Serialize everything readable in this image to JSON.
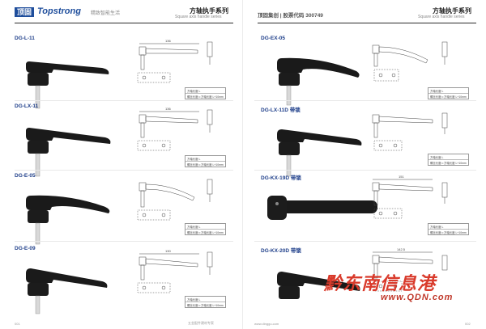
{
  "header_left": {
    "brand_cn": "顶固",
    "brand_en": "Topstrong",
    "slogan": "精致智能生活",
    "series_cn": "方轴执手系列",
    "series_en": "Square axis handle series"
  },
  "header_right": {
    "stock": "顶固集创 | 股票代码 300749",
    "series_cn": "方轴执手系列",
    "series_en": "Square axis handle series"
  },
  "models": {
    "l1": "DG-L-11",
    "l2": "DG-LX-11",
    "l3": "DG-E-05",
    "l4": "DG-E-09",
    "r1": "DG-EX-05",
    "r2": "DG-LX-11D 带锁",
    "r3": "DG-KX-19D 带锁",
    "r4": "DG-KX-20D 带锁"
  },
  "spec": {
    "line1": "方轴长度 L",
    "line2": "螺丝长度＝方轴长度 L+10mm"
  },
  "dims": {
    "w136": "136",
    "w151": "151",
    "w130": "130",
    "w1425": "142.5"
  },
  "footer": {
    "left_page": "001",
    "left_text": "五金配件建材专家",
    "right_url": "www.dinggu.com",
    "right_page": "002"
  },
  "watermark": {
    "main": "黔东南信息港",
    "url": "www.QDN.com"
  }
}
